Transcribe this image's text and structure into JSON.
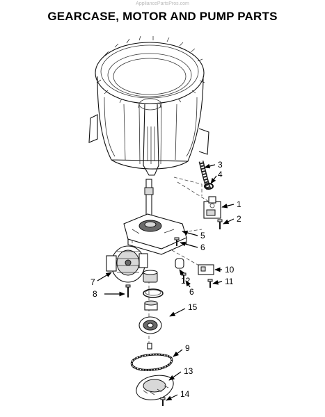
{
  "watermark": "AppliancePartsPros.com",
  "title": "GEARCASE, MOTOR AND PUMP PARTS",
  "callouts": [
    {
      "id": "c1",
      "label": "1"
    },
    {
      "id": "c2",
      "label": "2"
    },
    {
      "id": "c3",
      "label": "3"
    },
    {
      "id": "c4",
      "label": "4"
    },
    {
      "id": "c5",
      "label": "5"
    },
    {
      "id": "c6a",
      "label": "6"
    },
    {
      "id": "c6b",
      "label": "6"
    },
    {
      "id": "c7",
      "label": "7"
    },
    {
      "id": "c8",
      "label": "8"
    },
    {
      "id": "c9",
      "label": "9"
    },
    {
      "id": "c10",
      "label": "10"
    },
    {
      "id": "c11",
      "label": "11"
    },
    {
      "id": "c12",
      "label": "12"
    },
    {
      "id": "c13",
      "label": "13"
    },
    {
      "id": "c14",
      "label": "14"
    },
    {
      "id": "c15",
      "label": "15"
    }
  ]
}
